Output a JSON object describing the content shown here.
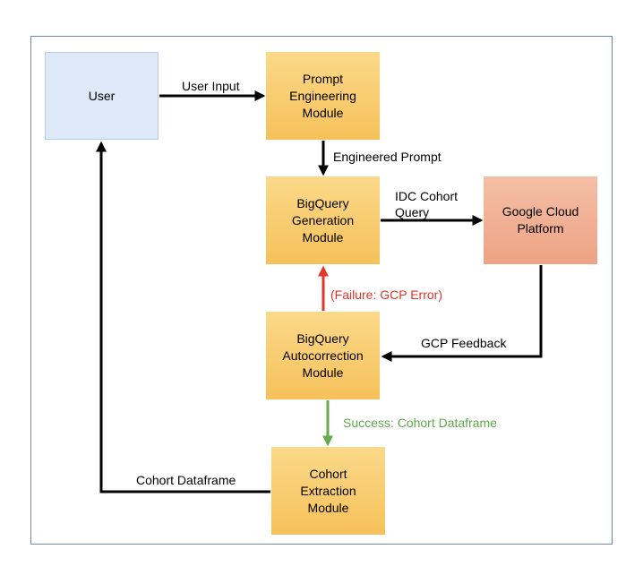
{
  "nodes": {
    "user": "User",
    "prompt_engineering": "Prompt\nEngineering\nModule",
    "bigquery_generation": "BigQuery\nGeneration\nModule",
    "google_cloud": "Google Cloud\nPlatform",
    "bigquery_autocorrection": "BigQuery\nAutocorrection\nModule",
    "cohort_extraction": "Cohort\nExtraction\nModule"
  },
  "edges": {
    "user_input": "User Input",
    "engineered_prompt": "Engineered Prompt",
    "idc_cohort_query": "IDC Cohort\nQuery",
    "failure": "(Failure: GCP Error)",
    "gcp_feedback": "GCP Feedback",
    "success": "Success: Cohort Dataframe",
    "cohort_dataframe": "Cohort Dataframe"
  },
  "colors": {
    "module_fill": "#f6c15a",
    "user_fill": "#dde9f6",
    "gcp_fill": "#eda284",
    "failure_arrow": "#e0352b",
    "success_arrow": "#6aaa4f",
    "frame_border": "#6f86ad"
  }
}
